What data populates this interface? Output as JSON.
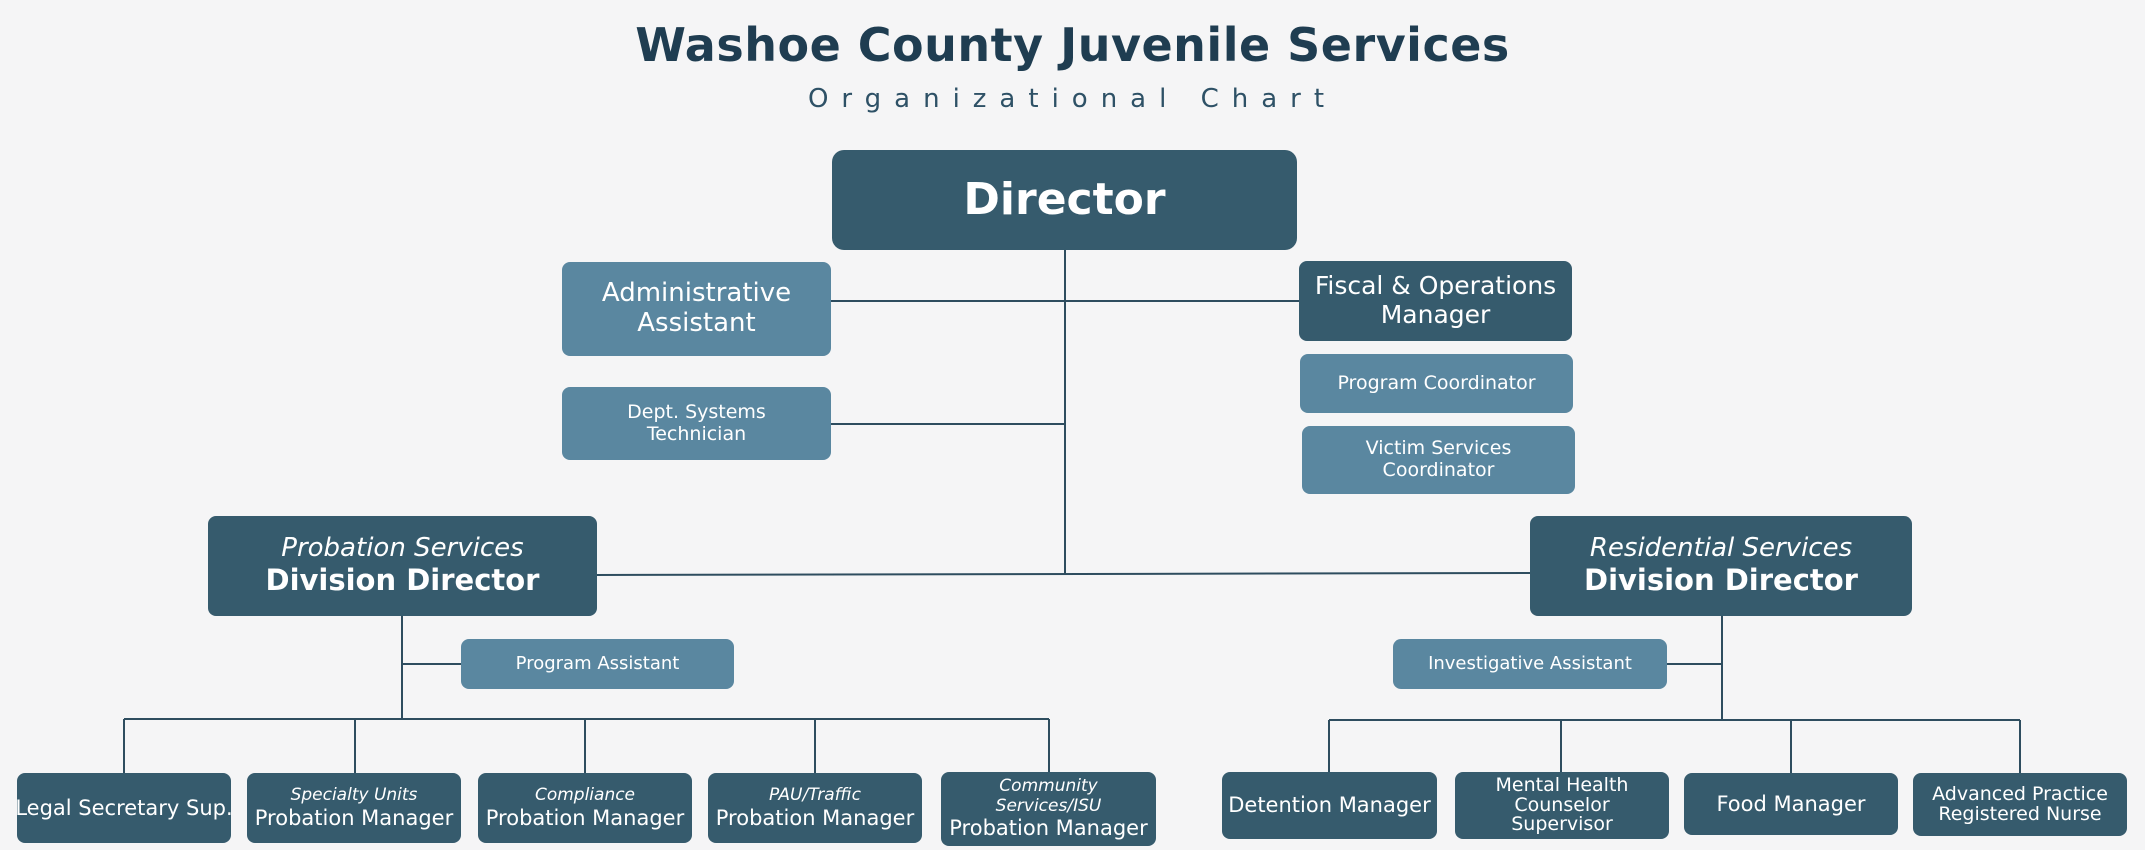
{
  "header": {
    "title": "Washoe County Juvenile Services",
    "subtitle": "Organizational Chart"
  },
  "colors": {
    "background": "#f5f5f6",
    "dark_box": "#365b6d",
    "light_box": "#5a87a0",
    "lines": "#2e4d5f",
    "title": "#1f3d51"
  },
  "nodes": {
    "director": "Director",
    "admin_assistant": "Administrative Assistant",
    "dept_systems_technician": "Dept. Systems Technician",
    "fiscal_ops_manager": "Fiscal & Operations Manager",
    "program_coordinator": "Program Coordinator",
    "victim_services_coordinator": "Victim Services Coordinator",
    "probation_division": {
      "unit": "Probation Services",
      "role": "Division Director"
    },
    "residential_division": {
      "unit": "Residential Services",
      "role": "Division Director"
    },
    "program_assistant": "Program Assistant",
    "investigative_assistant": "Investigative Assistant",
    "probation_reports": [
      {
        "unit": "",
        "role": "Legal Secretary Sup."
      },
      {
        "unit": "Specialty Units",
        "role": "Probation Manager"
      },
      {
        "unit": "Compliance",
        "role": "Probation Manager"
      },
      {
        "unit": "PAU/Traffic",
        "role": "Probation Manager"
      },
      {
        "unit": "Community Services/ISU",
        "role": "Probation Manager"
      }
    ],
    "residential_reports": [
      {
        "role": "Detention Manager"
      },
      {
        "role": "Mental Health Counselor Supervisor"
      },
      {
        "role": "Food Manager"
      },
      {
        "role": "Advanced Practice Registered Nurse"
      }
    ]
  }
}
